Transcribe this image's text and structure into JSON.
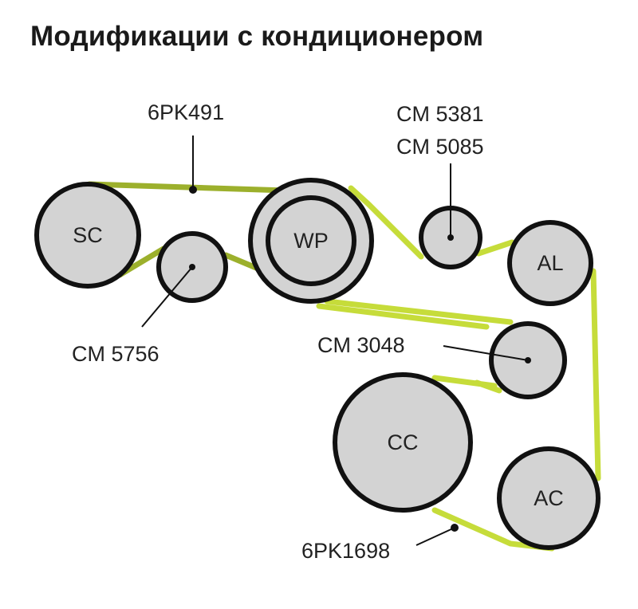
{
  "title": "Модификации с кондиционером",
  "belts": {
    "short": "6PK491",
    "long": "6PK1698"
  },
  "pulleys": {
    "sc": "SC",
    "wp": "WP",
    "al": "AL",
    "cc": "CC",
    "ac": "AC"
  },
  "parts": {
    "idler_top_1": "CM 5381",
    "idler_top_2": "CM 5085",
    "idler_left": "CM 5756",
    "idler_right": "CM 3048"
  },
  "colors": {
    "belt": "#c6dc3a",
    "belt_short": "#9cb02c",
    "pulley": "#d3d3d3"
  }
}
